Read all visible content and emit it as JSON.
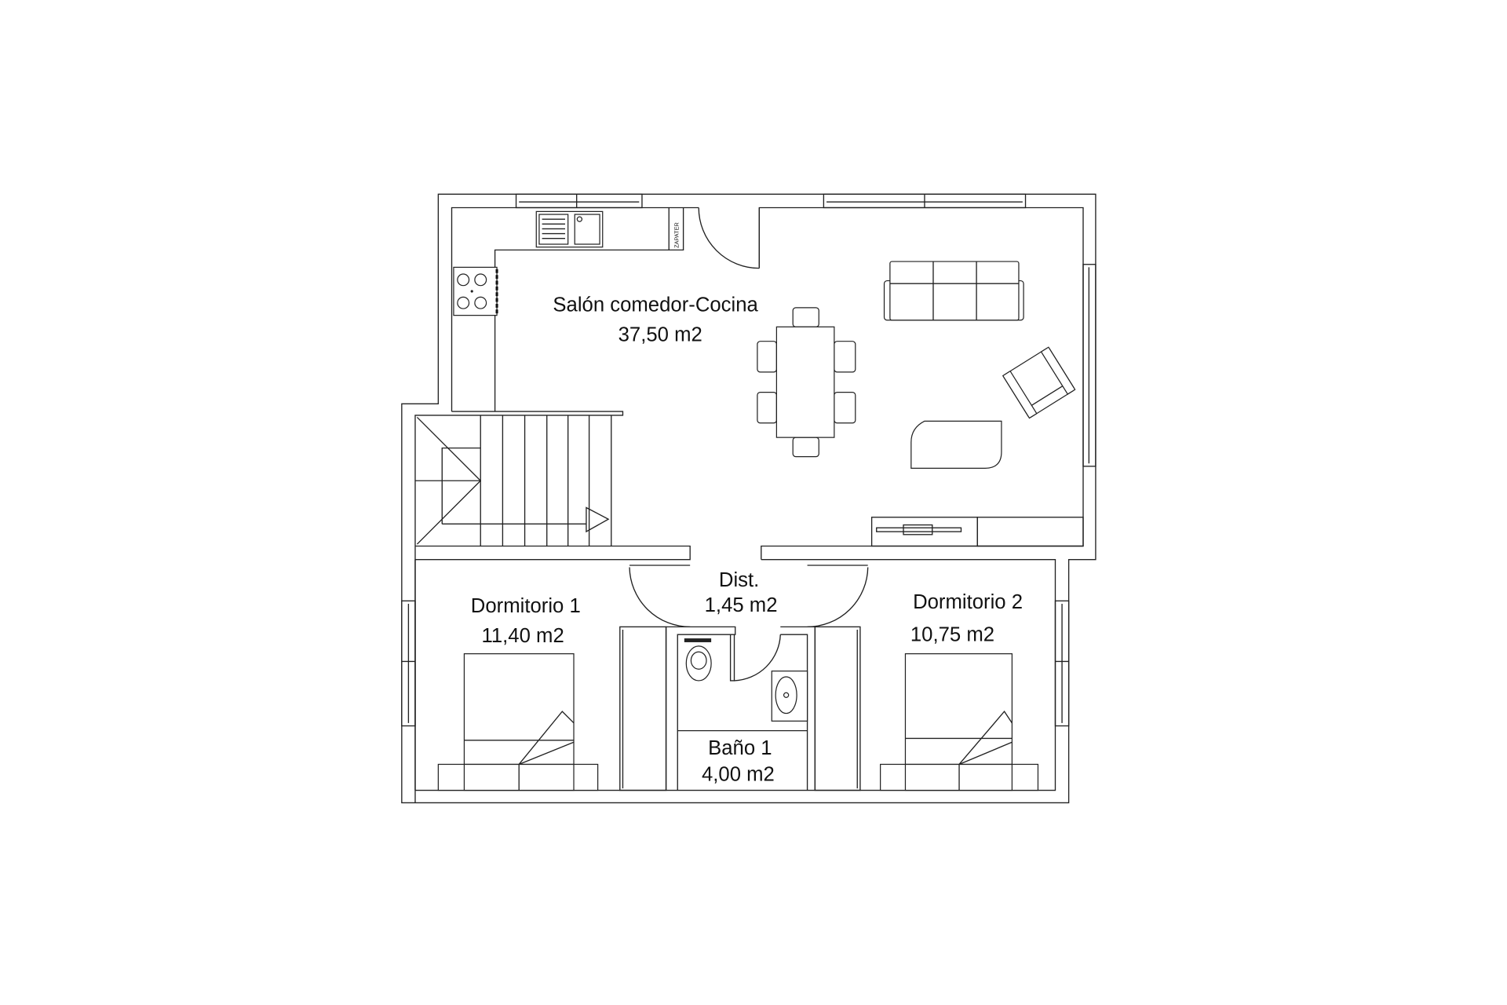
{
  "rooms": {
    "living": {
      "name": "Salón comedor-Cocina",
      "area": "37,50 m2"
    },
    "distributor": {
      "name": "Dist.",
      "area": "1,45 m2"
    },
    "bedroom1": {
      "name": "Dormitorio 1",
      "area": "11,40 m2"
    },
    "bedroom2": {
      "name": "Dormitorio 2",
      "area": "10,75 m2"
    },
    "bathroom": {
      "name": "Baño 1",
      "area": "4,00 m2"
    }
  },
  "labels": {
    "shoe_cabinet": "ZAPATER"
  },
  "colors": {
    "line": "#222222",
    "background": "#ffffff"
  }
}
